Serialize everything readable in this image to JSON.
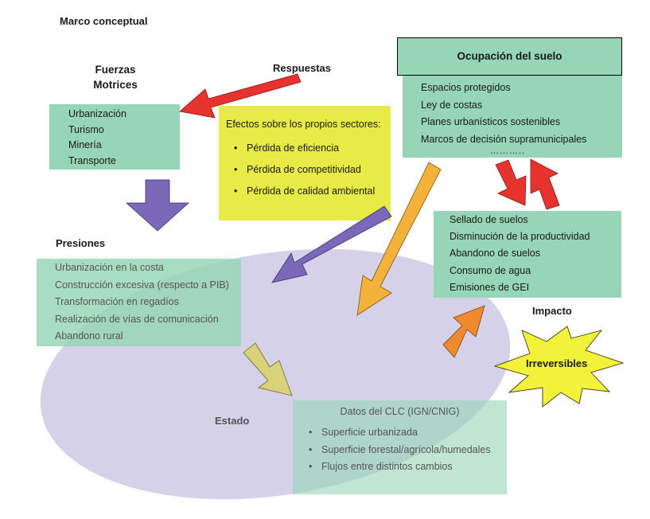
{
  "title": "Marco conceptual",
  "fuerzas": {
    "heading": [
      "Fuerzas",
      "Motrices"
    ],
    "items": [
      "Urbanización",
      "Turismo",
      "Minería",
      "Transporte"
    ]
  },
  "respuestas": {
    "heading": "Respuestas",
    "intro": "Efectos sobre los propios sectores:",
    "items": [
      "Pérdida de eficiencia",
      "Pérdida  de competitividad",
      "Pérdida de calidad ambiental"
    ]
  },
  "ocupacion": {
    "heading": "Ocupación del suelo",
    "items": [
      "Espacios protegidos",
      "Ley de costas",
      "Planes urbanísticos sostenibles",
      "Marcos de decisión supramunicipales"
    ],
    "ellipsis": "……….."
  },
  "presiones": {
    "heading": "Presiones",
    "items": [
      "Urbanización en la costa",
      "Construcción excesiva (respecto a PIB)",
      "Transformación en regadíos",
      "Realización de vías de comunicación",
      "Abandono rural"
    ]
  },
  "impactos": {
    "items": [
      "Sellado de suelos",
      "Disminución de la productividad",
      "Abandono de suelos",
      "Consumo de agua",
      "Emisiones de GEI"
    ]
  },
  "impacto_label": "Impacto",
  "irreversibles": "Irreversibles",
  "estado": {
    "heading": "Estado",
    "source": "Datos del CLC (IGN/CNIG)",
    "items": [
      "Superficie urbanizada",
      "Superficie forestal/agrícola/humedales",
      "Flujos entre distintos cambios"
    ]
  },
  "colors": {
    "box_green": "#96d5b5",
    "box_yellow": "#e8ea47",
    "ellipse": "#d4d1e8",
    "arrow_red": "#e8322e",
    "arrow_purple": "#7b68b8",
    "arrow_orange": "#f5b23a",
    "arrow_khaki": "#d9d27a",
    "arrow_dark_orange": "#f08a2e",
    "star_yellow": "#f3f23b"
  }
}
